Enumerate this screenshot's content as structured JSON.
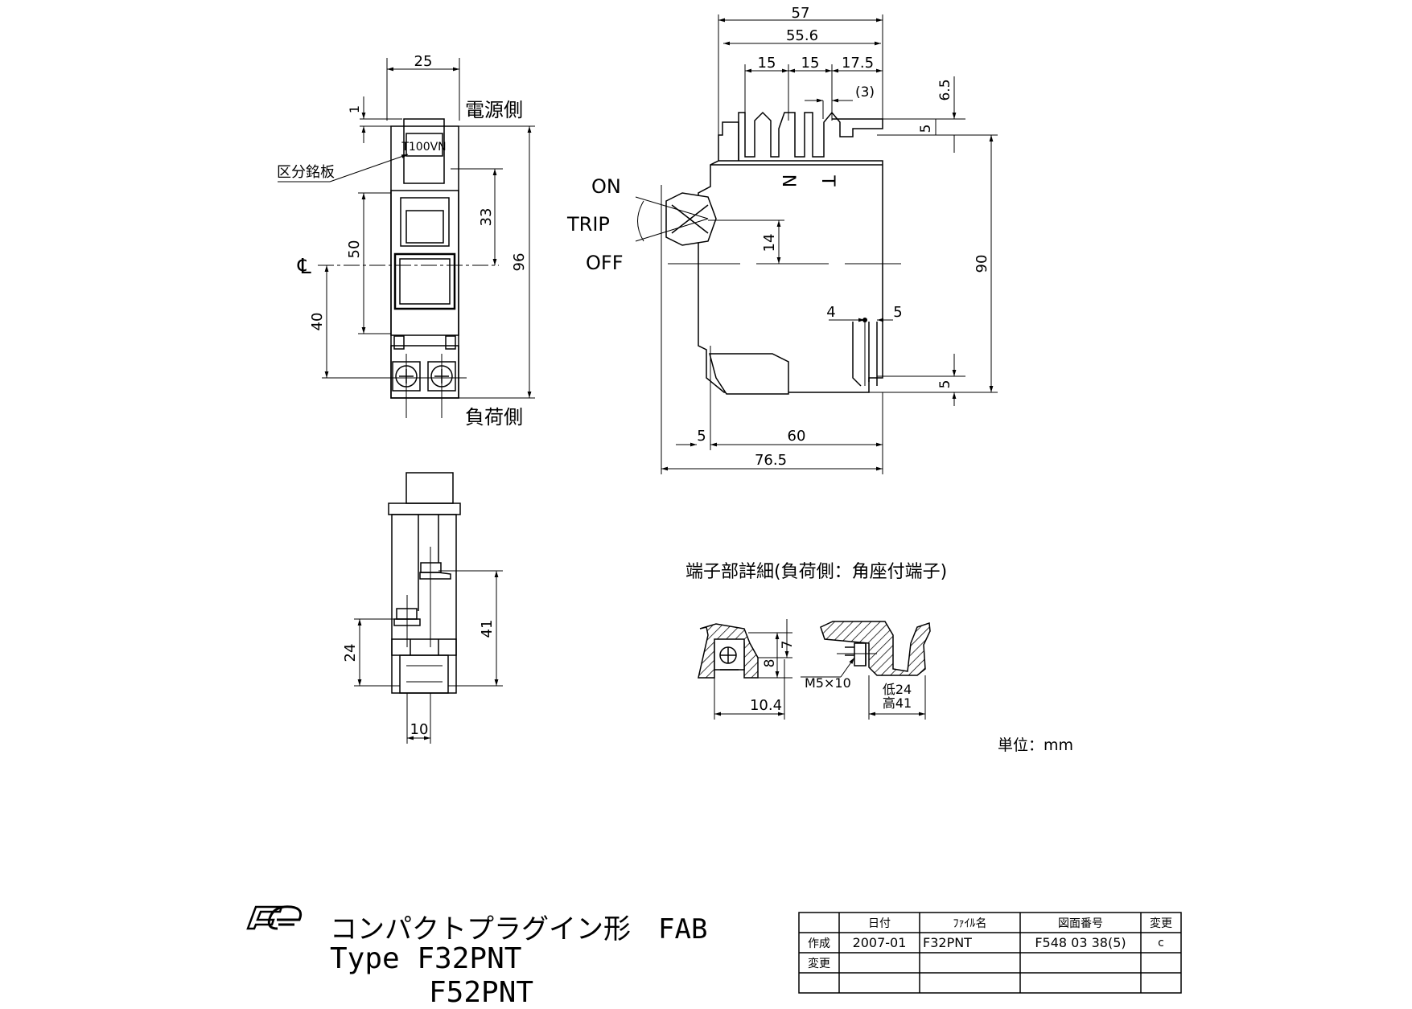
{
  "front_view": {
    "width_dim": "25",
    "offset_dim": "1",
    "supply_side_label": "電源側",
    "load_side_label": "負荷側",
    "nameplate_label": "区分銘板",
    "nameplate_text": "T100VN",
    "dim_33": "33",
    "dim_50": "50",
    "dim_96": "96",
    "dim_40": "40",
    "centerline_symbol": "℄"
  },
  "side_view": {
    "dim_57": "57",
    "dim_55_6": "55.6",
    "dim_15a": "15",
    "dim_15b": "15",
    "dim_17_5": "17.5",
    "dim_3": "(3)",
    "dim_6_5": "6.5",
    "dim_5_top": "5",
    "label_n": "N",
    "label_t": "T",
    "label_on": "ON",
    "label_trip": "TRIP",
    "label_off": "OFF",
    "dim_14": "14",
    "dim_90": "90",
    "dim_4": "4",
    "dim_5_mid": "5",
    "dim_5_bottom": "5",
    "dim_5_left": "5",
    "dim_60": "60",
    "dim_76_5": "76.5"
  },
  "bottom_view": {
    "dim_24": "24",
    "dim_41": "41",
    "dim_10": "10"
  },
  "terminal_detail": {
    "title": "端子部詳細(負荷側：角座付端子)",
    "dim_7": "7",
    "dim_8": "8",
    "dim_10_4": "10.4",
    "screw_label": "M5×10",
    "low_label": "低24",
    "high_label": "高41"
  },
  "unit_label": "単位：mm",
  "product": {
    "line1": "コンパクトプラグイン形　FAB",
    "line2": "Type F32PNT",
    "line3": "F52PNT"
  },
  "title_block": {
    "header": [
      "",
      "日付",
      "ﾌｧｲﾙ名",
      "図面番号",
      "変更"
    ],
    "row_made": [
      "作成",
      "2007-01",
      "F32PNT",
      "F548 03 38(5)",
      "c"
    ],
    "row_change_label": "変更"
  }
}
